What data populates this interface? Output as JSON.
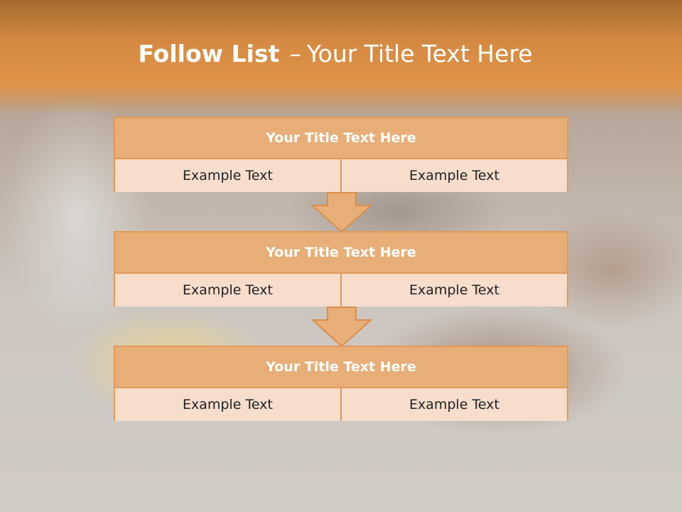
{
  "slide": {
    "title_bold": "Follow List",
    "title_separator": "–",
    "title_rest": "Your Title Text Here"
  },
  "blocks": [
    {
      "title": "Your Title Text Here",
      "cells": [
        "Example Text",
        "Example Text"
      ]
    },
    {
      "title": "Your Title Text Here",
      "cells": [
        "Example Text",
        "Example Text"
      ]
    },
    {
      "title": "Your Title Text Here",
      "cells": [
        "Example Text",
        "Example Text"
      ]
    }
  ],
  "colors": {
    "header_orange": "#df9449",
    "block_title_fill": "#e8ae78",
    "cell_fill": "#f6ddcc",
    "border": "#e09a58"
  },
  "icons": [
    "down-arrow-icon",
    "down-arrow-icon"
  ]
}
